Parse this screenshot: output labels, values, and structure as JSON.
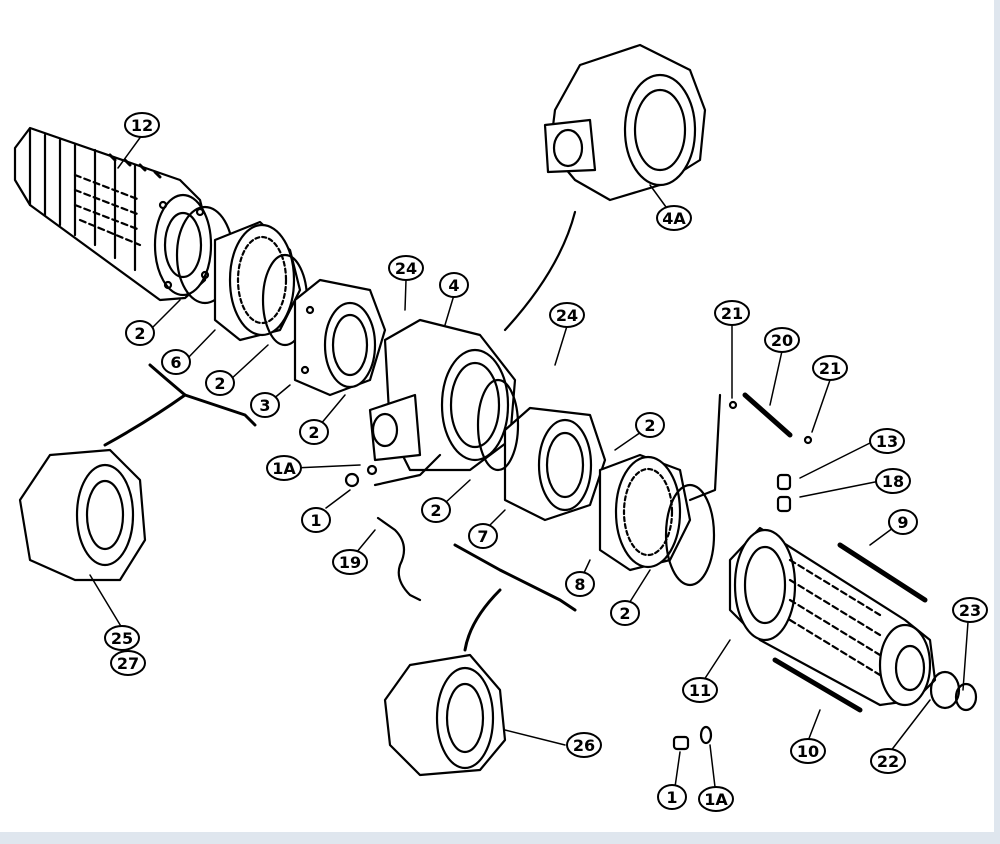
{
  "diagram": {
    "colors": {
      "ink": "#000000",
      "paper": "#ffffff",
      "frame": "#dfe6ee"
    },
    "callouts": [
      {
        "id": "c-12",
        "label": "12"
      },
      {
        "id": "c-4a",
        "label": "4A"
      },
      {
        "id": "c-24-a",
        "label": "24"
      },
      {
        "id": "c-4",
        "label": "4"
      },
      {
        "id": "c-24-b",
        "label": "24"
      },
      {
        "id": "c-21-a",
        "label": "21"
      },
      {
        "id": "c-20",
        "label": "20"
      },
      {
        "id": "c-21-b",
        "label": "21"
      },
      {
        "id": "c-2-a",
        "label": "2"
      },
      {
        "id": "c-6",
        "label": "6"
      },
      {
        "id": "c-2-b",
        "label": "2"
      },
      {
        "id": "c-3",
        "label": "3"
      },
      {
        "id": "c-2-c",
        "label": "2"
      },
      {
        "id": "c-2-d",
        "label": "2"
      },
      {
        "id": "c-1a-a",
        "label": "1A"
      },
      {
        "id": "c-1-a",
        "label": "1"
      },
      {
        "id": "c-2-e",
        "label": "2"
      },
      {
        "id": "c-7",
        "label": "7"
      },
      {
        "id": "c-19",
        "label": "19"
      },
      {
        "id": "c-13",
        "label": "13"
      },
      {
        "id": "c-18",
        "label": "18"
      },
      {
        "id": "c-9",
        "label": "9"
      },
      {
        "id": "c-8",
        "label": "8"
      },
      {
        "id": "c-2-f",
        "label": "2"
      },
      {
        "id": "c-23",
        "label": "23"
      },
      {
        "id": "c-25",
        "label": "25"
      },
      {
        "id": "c-27",
        "label": "27"
      },
      {
        "id": "c-11",
        "label": "11"
      },
      {
        "id": "c-26",
        "label": "26"
      },
      {
        "id": "c-10",
        "label": "10"
      },
      {
        "id": "c-22",
        "label": "22"
      },
      {
        "id": "c-1-b",
        "label": "1"
      },
      {
        "id": "c-1a-b",
        "label": "1A"
      }
    ]
  }
}
